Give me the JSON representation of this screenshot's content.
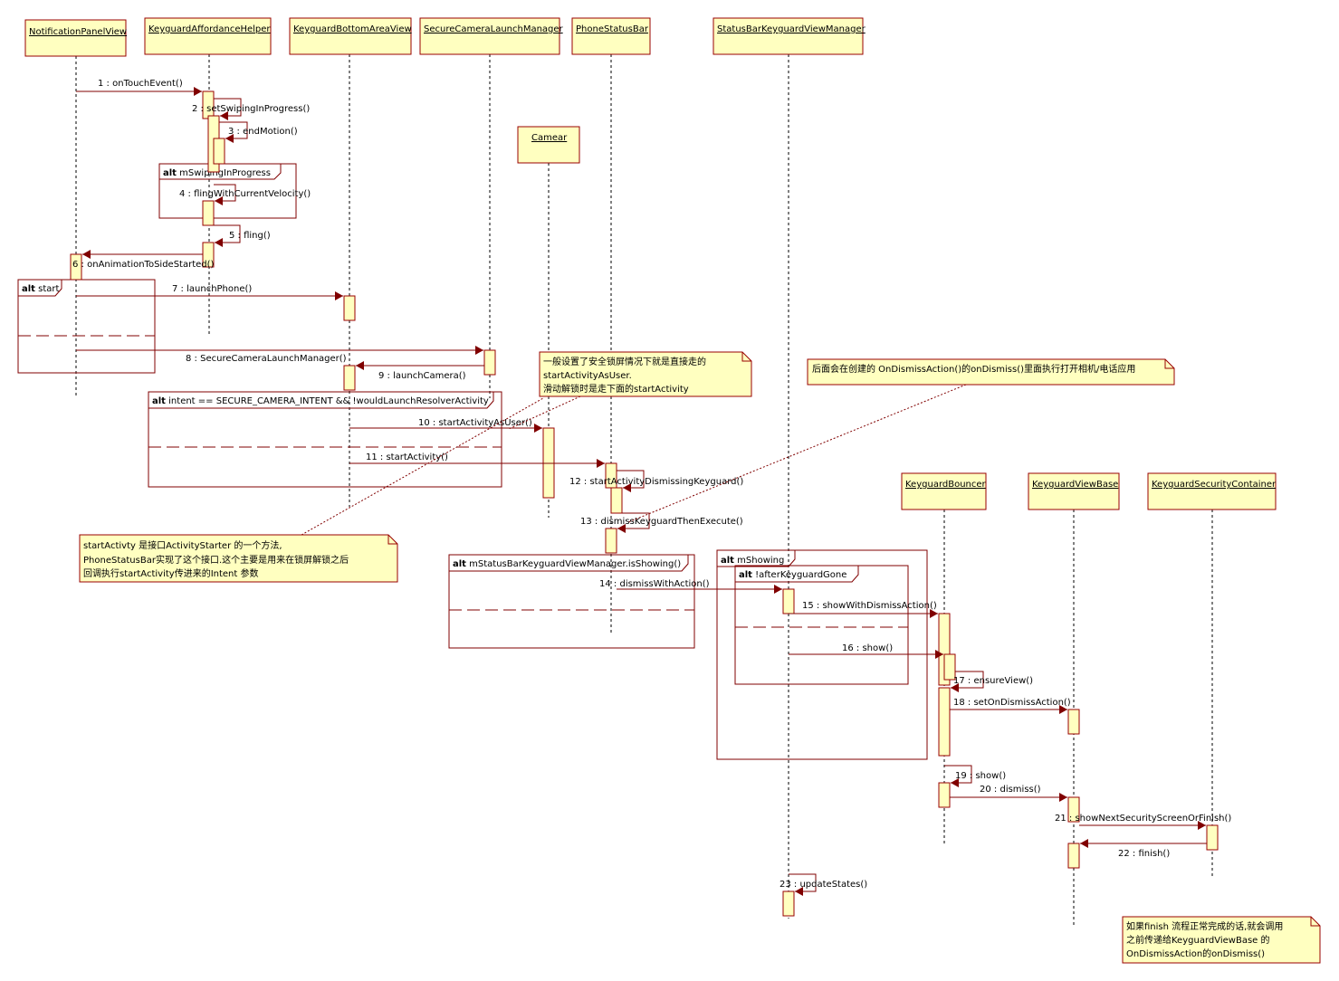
{
  "participants": [
    {
      "id": "npv",
      "label": "NotificationPanelView"
    },
    {
      "id": "kah",
      "label": "KeyguardAffordanceHelper"
    },
    {
      "id": "kbav",
      "label": "KeyguardBottomAreaView"
    },
    {
      "id": "sclm",
      "label": "SecureCameraLaunchManager"
    },
    {
      "id": "psb",
      "label": "PhoneStatusBar"
    },
    {
      "id": "sbkvm",
      "label": "StatusBarKeyguardViewManager"
    },
    {
      "id": "camear",
      "label": "Camear"
    },
    {
      "id": "kb",
      "label": "KeyguardBouncer"
    },
    {
      "id": "kvb",
      "label": "KeyguardViewBase"
    },
    {
      "id": "ksc",
      "label": "KeyguardSecurityContainer"
    }
  ],
  "messages": [
    {
      "n": "1",
      "text": "onTouchEvent()"
    },
    {
      "n": "2",
      "text": "setSwipingInProgress()"
    },
    {
      "n": "3",
      "text": "endMotion()"
    },
    {
      "n": "4",
      "text": "flingWithCurrentVelocity()"
    },
    {
      "n": "5",
      "text": "fling()"
    },
    {
      "n": "6",
      "text": "onAnimationToSideStarted()"
    },
    {
      "n": "7",
      "text": "launchPhone()"
    },
    {
      "n": "8",
      "text": "SecureCameraLaunchManager()"
    },
    {
      "n": "9",
      "text": "launchCamera()"
    },
    {
      "n": "10",
      "text": "startActivityAsUser()"
    },
    {
      "n": "11",
      "text": "startActivity()"
    },
    {
      "n": "12",
      "text": "startActivityDismissingKeyguard()"
    },
    {
      "n": "13",
      "text": "dismissKeyguardThenExecute()"
    },
    {
      "n": "14",
      "text": "dismissWithAction()"
    },
    {
      "n": "15",
      "text": "showWithDismissAction()"
    },
    {
      "n": "16",
      "text": "show()"
    },
    {
      "n": "17",
      "text": "ensureView()"
    },
    {
      "n": "18",
      "text": "setOnDismissAction()"
    },
    {
      "n": "19",
      "text": "show()"
    },
    {
      "n": "20",
      "text": "dismiss()"
    },
    {
      "n": "21",
      "text": "showNextSecurityScreenOrFinish()"
    },
    {
      "n": "22",
      "text": "finish()"
    },
    {
      "n": "23",
      "text": "updateStates()"
    }
  ],
  "fragments": [
    {
      "keyword": "alt",
      "guard": "mSwipingInProgress"
    },
    {
      "keyword": "alt",
      "guard": "start"
    },
    {
      "keyword": "alt",
      "guard": "intent == SECURE_CAMERA_INTENT && !wouldLaunchResolverActivity"
    },
    {
      "keyword": "alt",
      "guard": "mStatusBarKeyguardViewManager.isShowing()"
    },
    {
      "keyword": "alt",
      "guard": "mShowing"
    },
    {
      "keyword": "alt",
      "guard": "!afterKeyguardGone"
    }
  ],
  "notes": [
    {
      "lines": [
        "一般设置了安全锁屏情况下就是直接走的",
        "startActivityAsUser.",
        "滑动解锁时是走下面的startActivity"
      ]
    },
    {
      "lines": [
        "后面会在创建的 OnDismissAction()的onDismiss()里面执行打开相机/电话应用"
      ]
    },
    {
      "lines": [
        "startActivty 是接口ActivityStarter 的一个方法,",
        "PhoneStatusBar实现了这个接口.这个主要是用来在锁屏解锁之后",
        "回调执行startActivity传进来的Intent 参数"
      ]
    },
    {
      "lines": [
        "如果finish 流程正常完成的话,就会调用",
        "之前传递给KeyguardViewBase 的",
        "OnDismissAction的onDismiss()"
      ]
    }
  ],
  "colors": {
    "box_fill": "#ffffc0",
    "box_stroke": "#990000",
    "fragment_stroke": "#800000",
    "arrow": "#800000"
  }
}
